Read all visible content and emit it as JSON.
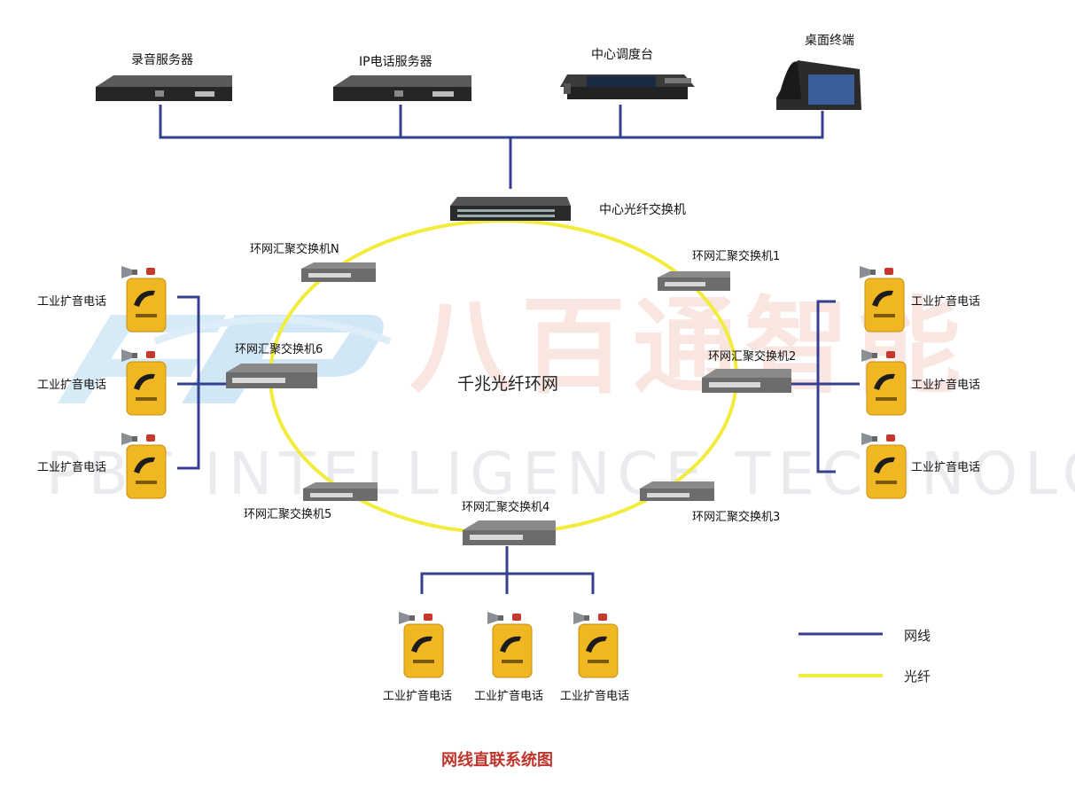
{
  "watermark": {
    "cn": "八百通智能",
    "en": "PBT INTELLIGENCE TECHNOLOGY"
  },
  "top_devices": {
    "recording_server": "录音服务器",
    "ip_phone_server": "IP电话服务器",
    "dispatch_console": "中心调度台",
    "desktop_terminal": "桌面终端"
  },
  "core_switch": "中心光纤交换机",
  "ring_label": "千兆光纤环网",
  "ring_switches": {
    "n": "环网汇聚交换机N",
    "s1": "环网汇聚交换机1",
    "s2": "环网汇聚交换机2",
    "s3": "环网汇聚交换机3",
    "s4": "环网汇聚交换机4",
    "s5": "环网汇聚交换机5",
    "s6": "环网汇聚交换机6"
  },
  "phone_label": "工业扩音电话",
  "legend": {
    "network_cable": "网线",
    "fiber": "光纤"
  },
  "caption": "网线直联系统图",
  "colors": {
    "network_cable": "#34408f",
    "fiber": "#f2ec3c",
    "phone_body": "#f0b723",
    "caption": "#c0352b"
  }
}
